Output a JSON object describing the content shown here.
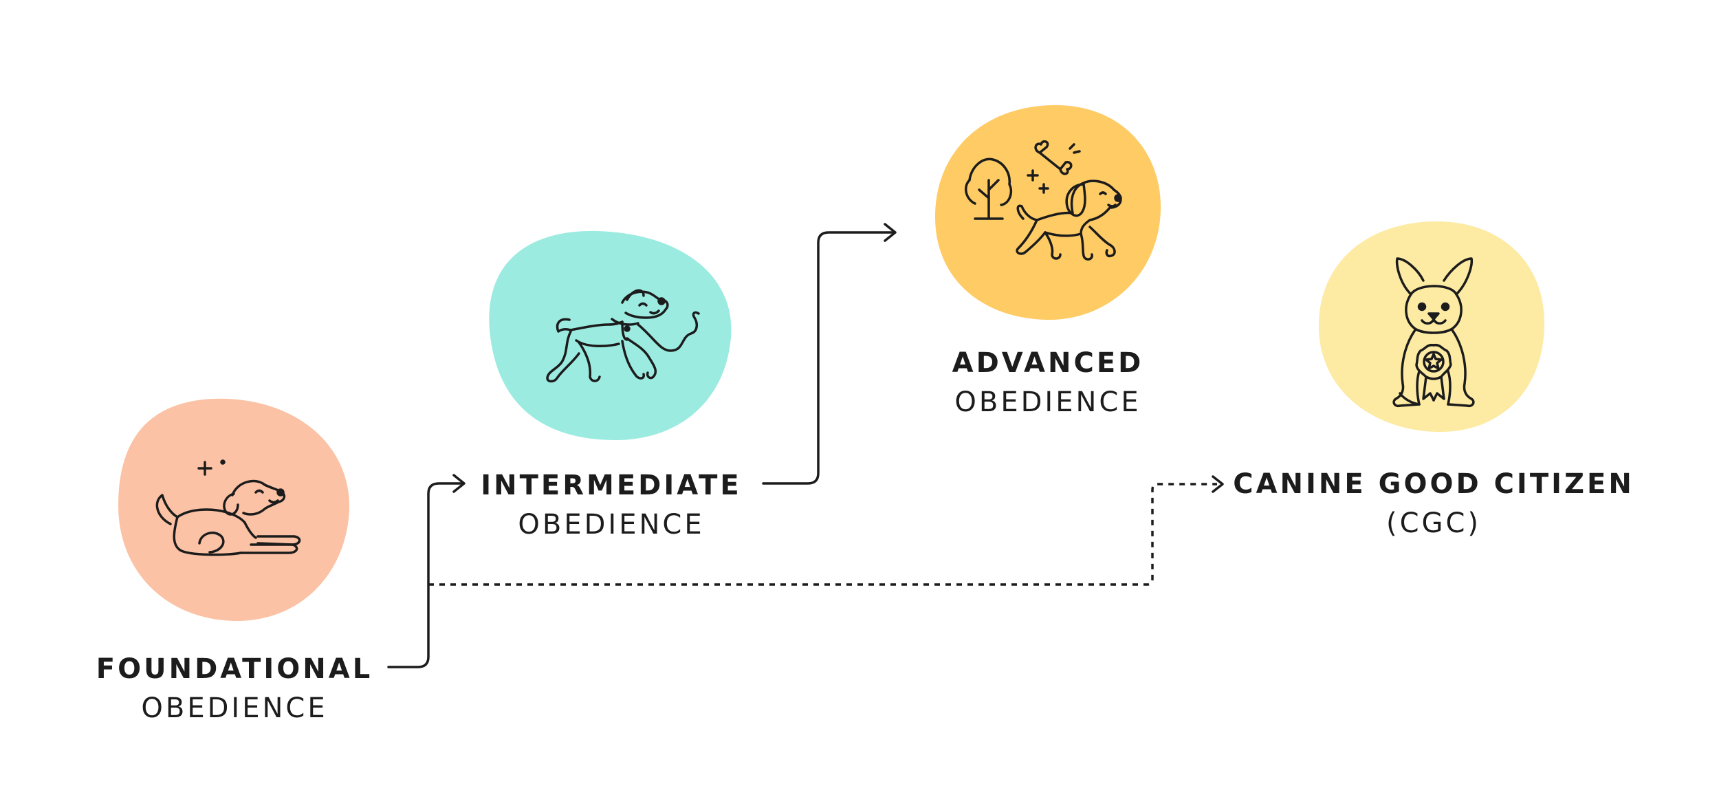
{
  "colors": {
    "foundational": "#fbc2a5",
    "intermediate": "#9cebe1",
    "advanced": "#fecb65",
    "cgc": "#fdeaa3",
    "stroke": "#1c1c1c"
  },
  "stages": [
    {
      "id": "foundational",
      "title": "FOUNDATIONAL",
      "subtitle": "OBEDIENCE",
      "icon": "lying-puppy-icon"
    },
    {
      "id": "intermediate",
      "title": "INTERMEDIATE",
      "subtitle": "OBEDIENCE",
      "icon": "walking-dog-on-leash-icon"
    },
    {
      "id": "advanced",
      "title": "ADVANCED",
      "subtitle": "OBEDIENCE",
      "icon": "dog-park-bone-icon"
    },
    {
      "id": "cgc",
      "title": "CANINE GOOD CITIZEN",
      "subtitle": "(CGC)",
      "icon": "sitting-dog-medal-icon"
    }
  ],
  "connectors": [
    {
      "from": "foundational",
      "to": "intermediate",
      "style": "solid"
    },
    {
      "from": "intermediate",
      "to": "advanced",
      "style": "solid"
    },
    {
      "from": "foundational",
      "to": "cgc",
      "style": "dotted"
    }
  ]
}
